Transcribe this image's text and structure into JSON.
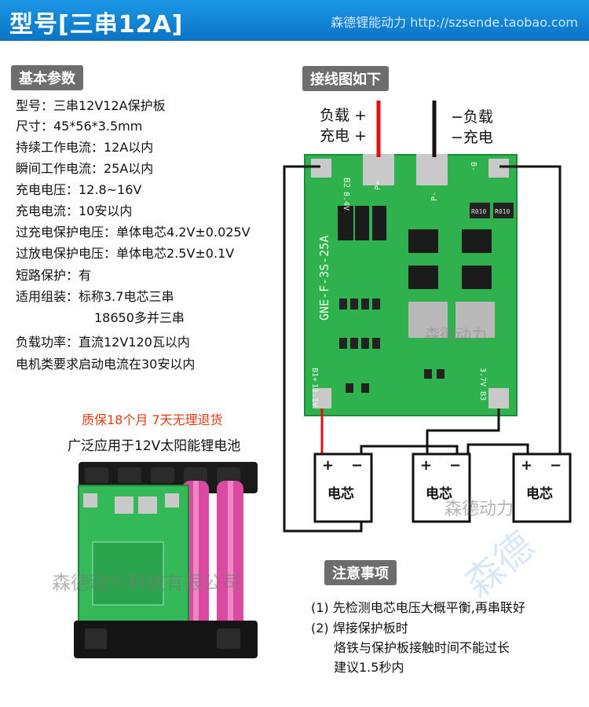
{
  "header": {
    "title": "型号[三串12A]",
    "shop": "森德锂能动力 http://szsende.taobao.com"
  },
  "sections": {
    "params": "基本参数",
    "wiring": "接线图如下",
    "notes": "注意事项"
  },
  "specs": [
    "型号：三串12V12A保护板",
    "尺寸：45*56*3.5mm",
    "持续工作电流：12A以内",
    "瞬间工作电流：25A以内",
    "充电电压：12.8~16V",
    "充电电流：10安以内",
    "过充电保护电压：单体电芯4.2V±0.025V",
    "过放电保护电压：单体电芯2.5V±0.1V",
    "短路保护：有",
    "适用组装：标称3.7电芯三串",
    "18650多并三串",
    "负载功率：直流12V120瓦以内",
    "电机类要求启动电流在30安以内"
  ],
  "promo": "质保18个月  7天无理退货",
  "solar": "广泛应用于12V太阳能锂电池",
  "diagram": {
    "load_pos": "负载 +",
    "charge_pos": "充电 +",
    "load_neg": "−负载",
    "charge_neg": "−充电",
    "cell_label": "电芯",
    "plus": "+",
    "minus": "−",
    "board_model": "GNE-F-3S-25A",
    "pad_b2": "B2",
    "pad_b1": "B1+",
    "pad_b3": "B3",
    "pad_bneg": "B-",
    "pad_p_pos": "P+",
    "pad_p_neg": "P-",
    "v_84": "8.4V",
    "v_111": "11.1V",
    "v_37": "3.7V",
    "res1": "R010",
    "res2": "R010"
  },
  "notes": [
    "(1) 先检测电芯电压大概平衡,再串联好",
    "(2) 焊接保护板时",
    "烙铁与保护板接触时间不能过长",
    "建议1.5秒内"
  ],
  "watermarks": {
    "company": "森德动力科技有限公司",
    "short": "森德动力",
    "brand": "森德"
  },
  "colors": {
    "header": "#0b73c4",
    "pcb": "#2fb14e",
    "pad": "#c9c9c9",
    "wire_pos": "#e01010",
    "promo": "#e23a10",
    "cell_sleeve": "#d94aa0"
  }
}
